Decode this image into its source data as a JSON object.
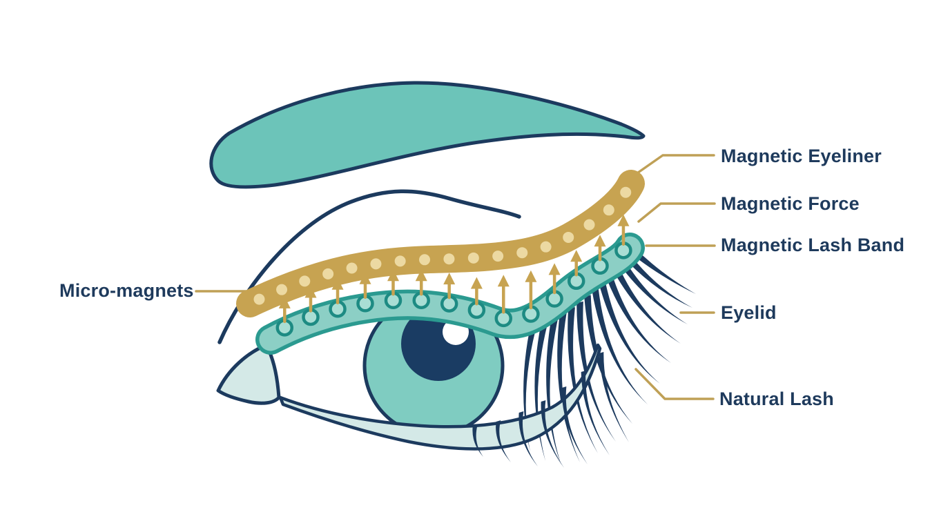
{
  "labels": {
    "micro_magnets": "Micro-magnets",
    "magnetic_eyeliner": "Magnetic Eyeliner",
    "magnetic_force": "Magnetic Force",
    "magnetic_lash_band": "Magnetic Lash Band",
    "eyelid": "Eyelid",
    "natural_lash": "Natural Lash"
  },
  "colors": {
    "background": "#ffffff",
    "navy_outline": "#1c3a5e",
    "lash_navy": "#1c3a5e",
    "label_text": "#1e3a5c",
    "brow_teal": "#6cc4b9",
    "iris_teal": "#7fccc1",
    "pupil_navy": "#1a3c63",
    "highlight_white": "#ffffff",
    "lash_band_fill": "#8ccfc5",
    "lash_band_edge": "#2b9a90",
    "ring_stroke": "#1d8b83",
    "ring_fill": "#a9ded4",
    "eyeliner_gold": "#c7a351",
    "magnet_dot_gold": "#ecd9a2",
    "leader_gold": "#bfa056",
    "pale_blue": "#d4e9e7"
  }
}
